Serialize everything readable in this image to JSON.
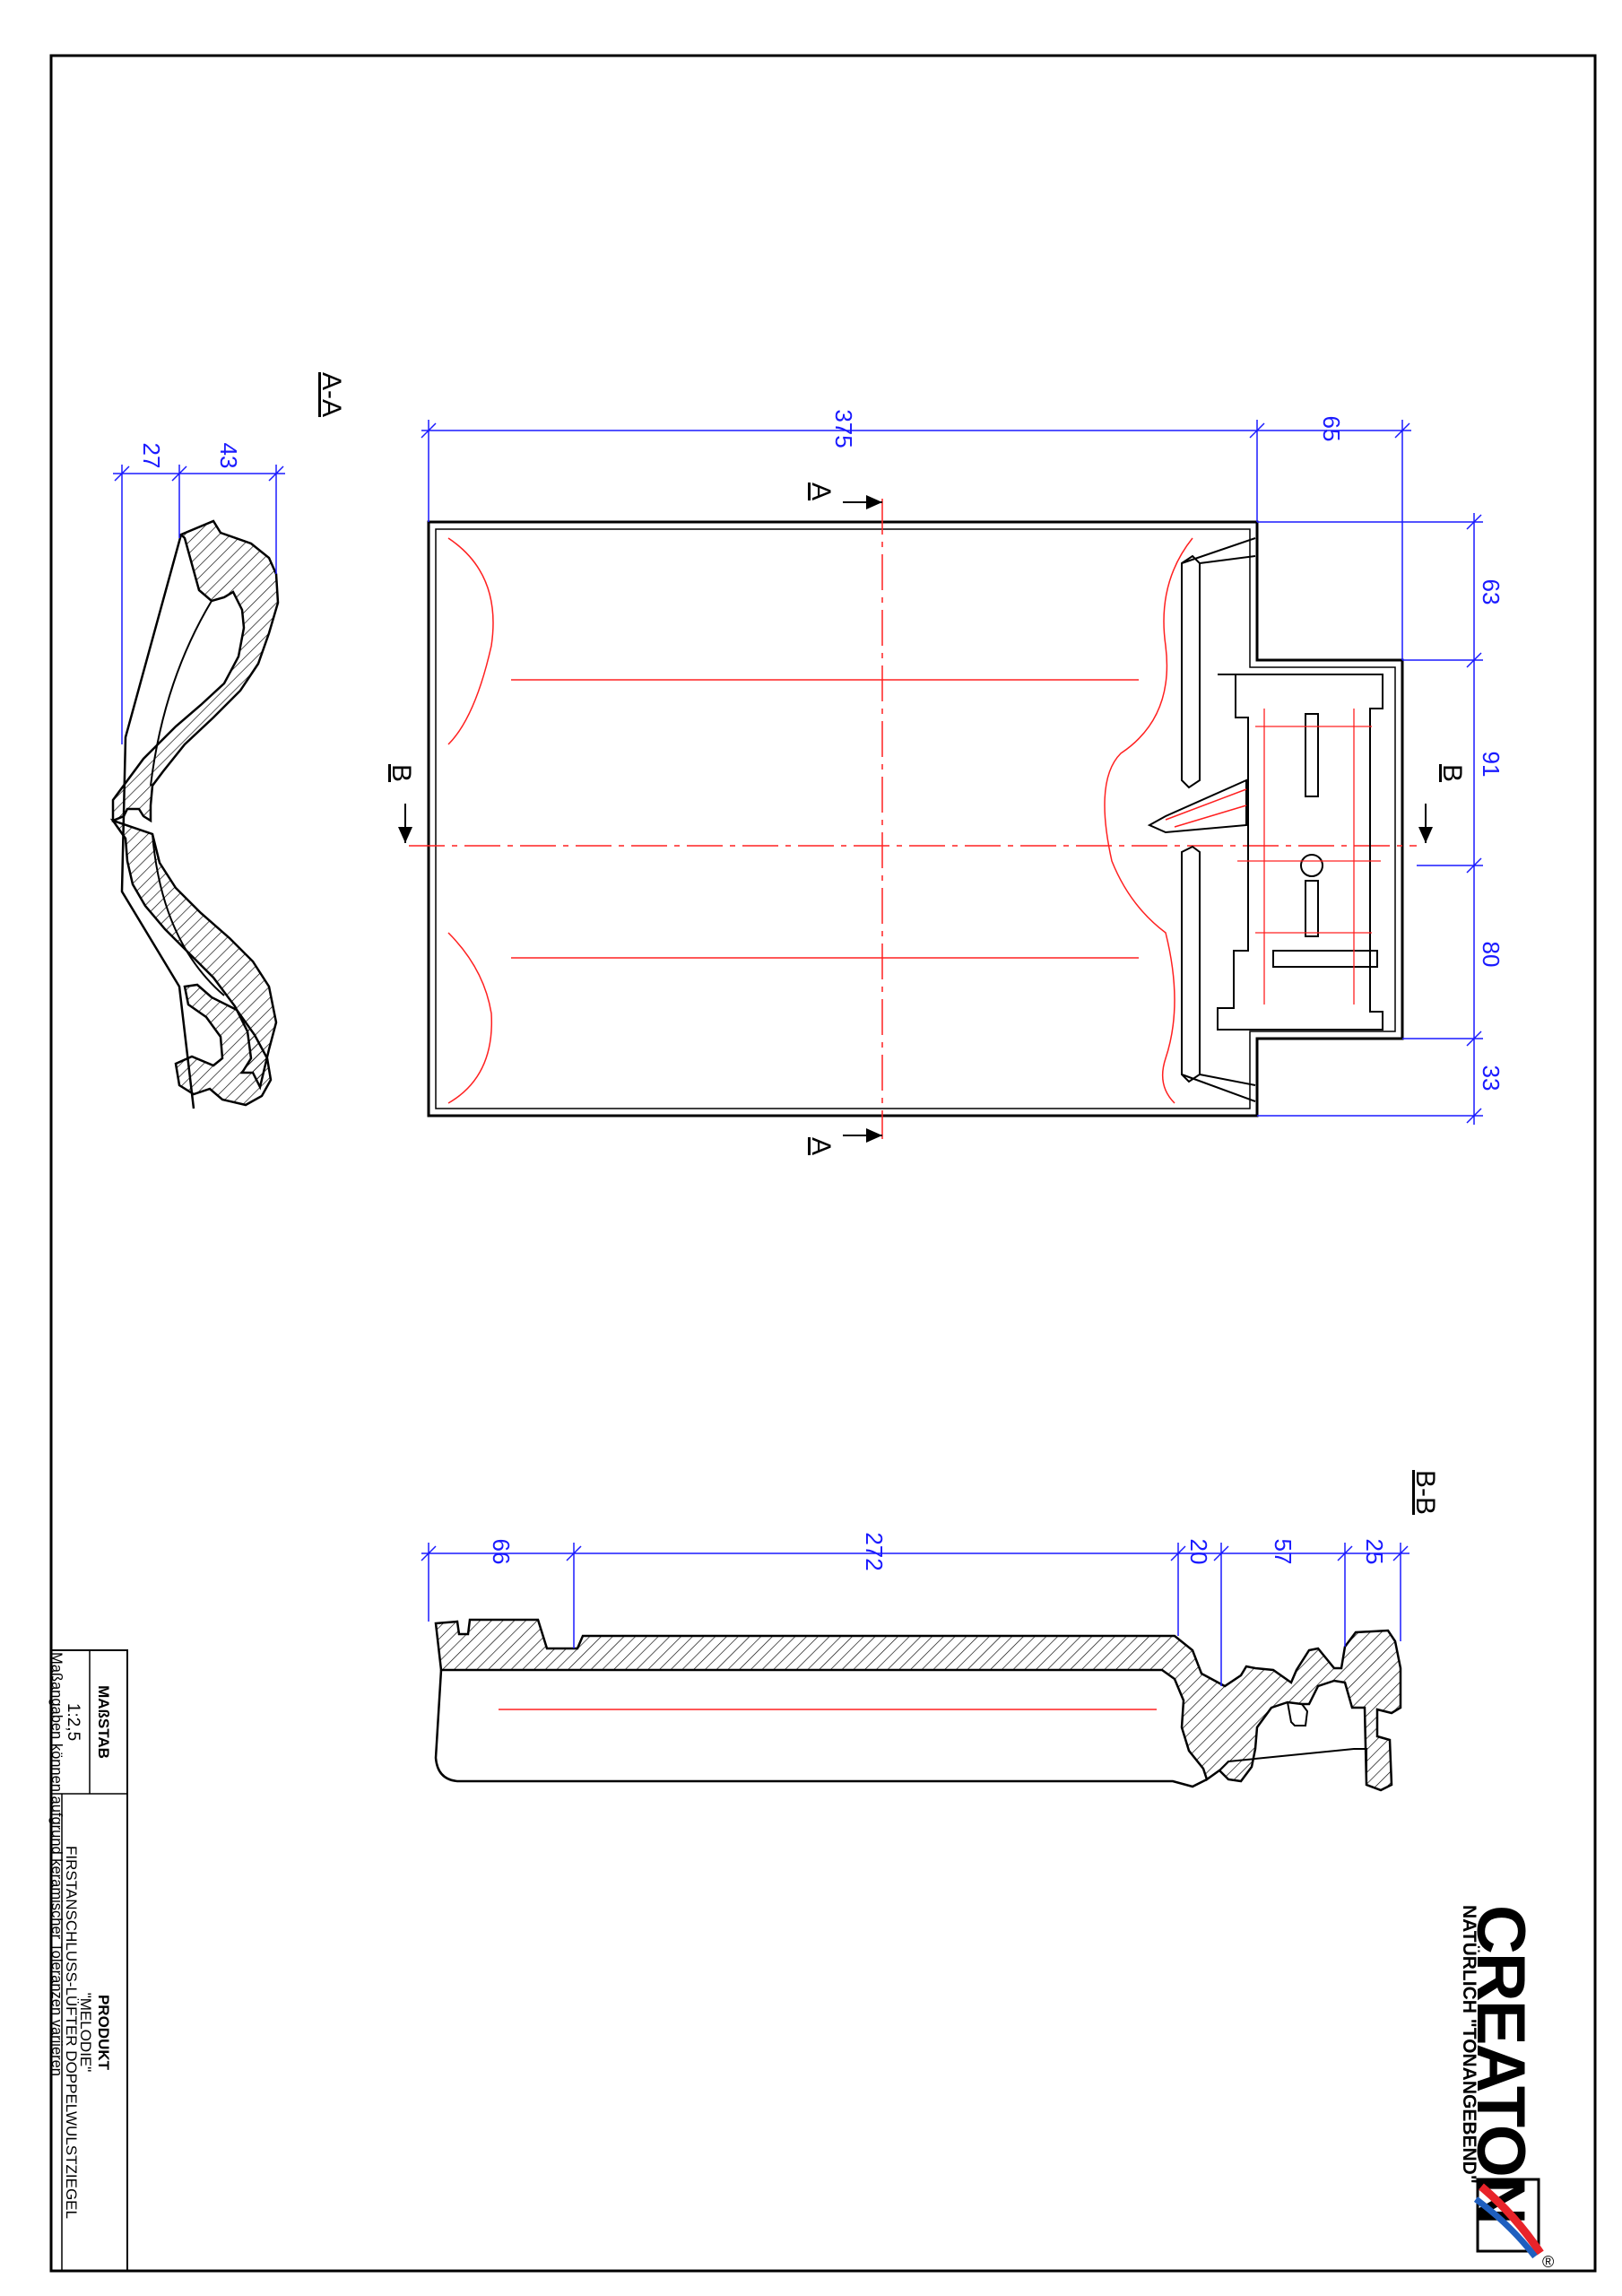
{
  "sections": {
    "aa_title": "A-A",
    "bb_title": "B-B",
    "a_marker": "A",
    "b_marker": "B"
  },
  "dimensions": {
    "aa_27": "27",
    "aa_43": "43",
    "top_375": "375",
    "top_65": "65",
    "right_63": "63",
    "right_91": "91",
    "right_80": "80",
    "right_33": "33",
    "bb_66": "66",
    "bb_272": "272",
    "bb_20": "20",
    "bb_57": "57",
    "bb_25": "25"
  },
  "title_block": {
    "scale_label": "MAßSTAB",
    "scale_value": "1:2,5",
    "product_label": "PRODUKT",
    "product_name": "\"MELODIE\"",
    "product_desc": "FIRSTANSCHLUSS-LÜFTER DOPPELWULSTZIEGEL",
    "note": "Maßangaben  können  aufgrund  keramischer  Toleranzen  variieren"
  },
  "logo": {
    "brand": "CREATON",
    "tagline": "NATÜRLICH \"TONANGEBEND\"",
    "reg_mark": "®"
  },
  "colors": {
    "dimension": "#1a1aff",
    "hidden_line": "#ff2020",
    "outline": "#000000"
  }
}
